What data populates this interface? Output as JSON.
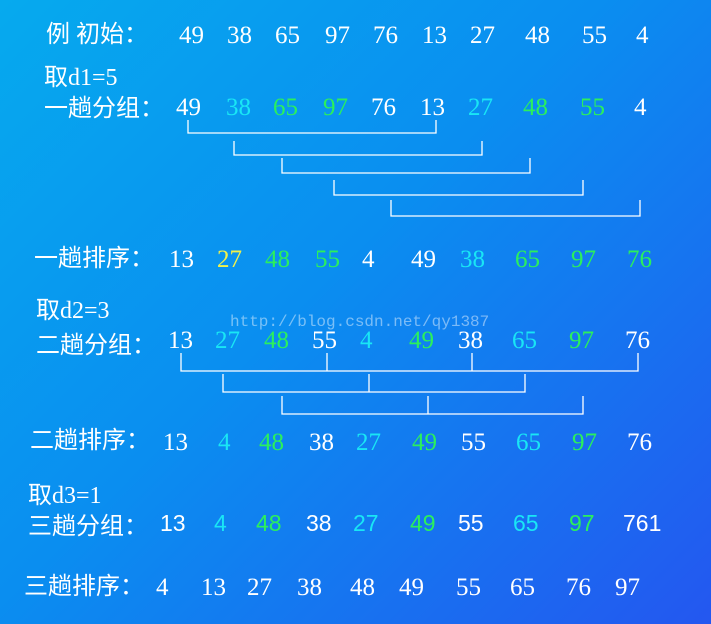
{
  "colors": {
    "white": "#ffffff",
    "cyan": "#19e6f5",
    "green": "#2bf05c",
    "yellow": "#f2f24a"
  },
  "rows": [
    {
      "id": "initial",
      "label": "例  初始：",
      "font": "serif",
      "numbers": [
        {
          "v": "49",
          "c": "white"
        },
        {
          "v": "38",
          "c": "white"
        },
        {
          "v": "65",
          "c": "white"
        },
        {
          "v": "97",
          "c": "white"
        },
        {
          "v": "76",
          "c": "white"
        },
        {
          "v": "13",
          "c": "white"
        },
        {
          "v": "27",
          "c": "white"
        },
        {
          "v": "48",
          "c": "white"
        },
        {
          "v": "55",
          "c": "white"
        },
        {
          "v": "4",
          "c": "white"
        }
      ]
    },
    {
      "id": "pass1-group",
      "step": "取d1=5",
      "label": "一趟分组：",
      "font": "serif",
      "numbers": [
        {
          "v": "49",
          "c": "white"
        },
        {
          "v": "38",
          "c": "cyan"
        },
        {
          "v": "65",
          "c": "green"
        },
        {
          "v": "97",
          "c": "green"
        },
        {
          "v": "76",
          "c": "white"
        },
        {
          "v": "13",
          "c": "white"
        },
        {
          "v": "27",
          "c": "cyan"
        },
        {
          "v": "48",
          "c": "green"
        },
        {
          "v": "55",
          "c": "green"
        },
        {
          "v": "4",
          "c": "white"
        }
      ]
    },
    {
      "id": "pass1-sort",
      "label": "一趟排序：",
      "font": "serif",
      "numbers": [
        {
          "v": "13",
          "c": "white"
        },
        {
          "v": "27",
          "c": "yellow"
        },
        {
          "v": "48",
          "c": "green"
        },
        {
          "v": "55",
          "c": "green"
        },
        {
          "v": "4",
          "c": "white"
        },
        {
          "v": "49",
          "c": "white"
        },
        {
          "v": "38",
          "c": "cyan"
        },
        {
          "v": "65",
          "c": "green"
        },
        {
          "v": "97",
          "c": "green"
        },
        {
          "v": "76",
          "c": "green"
        }
      ]
    },
    {
      "id": "pass2-group",
      "step": "取d2=3",
      "label": "二趟分组：",
      "font": "serif",
      "numbers": [
        {
          "v": "13",
          "c": "white"
        },
        {
          "v": "27",
          "c": "cyan"
        },
        {
          "v": "48",
          "c": "green"
        },
        {
          "v": "55",
          "c": "white"
        },
        {
          "v": "4",
          "c": "cyan"
        },
        {
          "v": "49",
          "c": "green"
        },
        {
          "v": "38",
          "c": "white"
        },
        {
          "v": "65",
          "c": "cyan"
        },
        {
          "v": "97",
          "c": "green"
        },
        {
          "v": "76",
          "c": "white"
        }
      ]
    },
    {
      "id": "pass2-sort",
      "label": "二趟排序：",
      "font": "serif",
      "numbers": [
        {
          "v": "13",
          "c": "white"
        },
        {
          "v": "4",
          "c": "cyan"
        },
        {
          "v": "48",
          "c": "green"
        },
        {
          "v": "38",
          "c": "white"
        },
        {
          "v": "27",
          "c": "cyan"
        },
        {
          "v": "49",
          "c": "green"
        },
        {
          "v": "55",
          "c": "white"
        },
        {
          "v": "65",
          "c": "cyan"
        },
        {
          "v": "97",
          "c": "green"
        },
        {
          "v": "76",
          "c": "white"
        }
      ]
    },
    {
      "id": "pass3-group",
      "step": "取d3=1",
      "label": "三趟分组：",
      "font": "sans",
      "numbers": [
        {
          "v": "13",
          "c": "white"
        },
        {
          "v": "4",
          "c": "cyan"
        },
        {
          "v": "48",
          "c": "green"
        },
        {
          "v": "38",
          "c": "white"
        },
        {
          "v": "27",
          "c": "cyan"
        },
        {
          "v": "49",
          "c": "green"
        },
        {
          "v": "55",
          "c": "white"
        },
        {
          "v": "65",
          "c": "cyan"
        },
        {
          "v": "97",
          "c": "green"
        },
        {
          "v": "761",
          "c": "white"
        }
      ]
    },
    {
      "id": "pass3-sort",
      "label": "三趟排序：",
      "font": "serif",
      "numbers": [
        {
          "v": "4",
          "c": "white"
        },
        {
          "v": "13",
          "c": "white"
        },
        {
          "v": "27",
          "c": "white"
        },
        {
          "v": "38",
          "c": "white"
        },
        {
          "v": "48",
          "c": "white"
        },
        {
          "v": "49",
          "c": "white"
        },
        {
          "v": "55",
          "c": "white"
        },
        {
          "v": "65",
          "c": "white"
        },
        {
          "v": "76",
          "c": "white"
        },
        {
          "v": "97",
          "c": "white"
        }
      ]
    }
  ],
  "watermark": "http://blog.csdn.net/qy1387"
}
